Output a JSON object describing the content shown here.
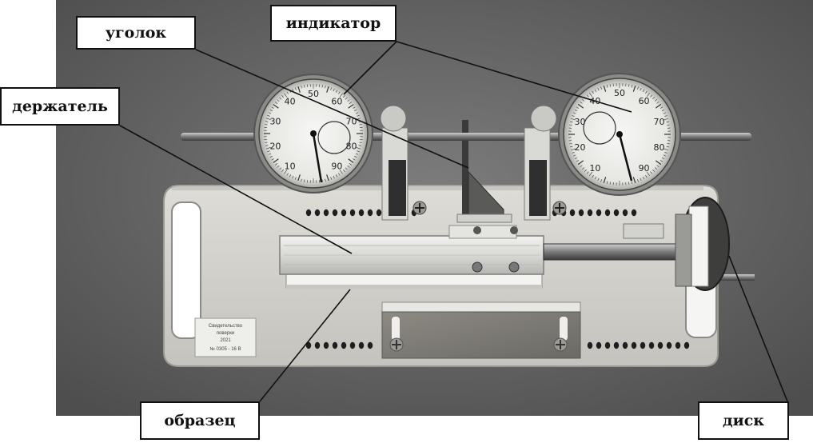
{
  "labels": {
    "ugolok": "уголок",
    "indikator": "индикатор",
    "derzhatel": "держатель",
    "obrazec": "образец",
    "disk": "диск"
  },
  "dials": {
    "left": [
      "10",
      "20",
      "30",
      "40",
      "50",
      "60",
      "70",
      "80",
      "90"
    ],
    "right": [
      "10",
      "20",
      "30",
      "40",
      "50",
      "60",
      "70",
      "80",
      "90"
    ]
  },
  "plate_sticker": [
    "Свидетельство",
    "поверки",
    "2021",
    "№ 0305 - 16 В"
  ],
  "colors": {
    "photo_bg": "#6f6f6f",
    "plate": "#d4d2cd",
    "callout_border": "#111111"
  }
}
